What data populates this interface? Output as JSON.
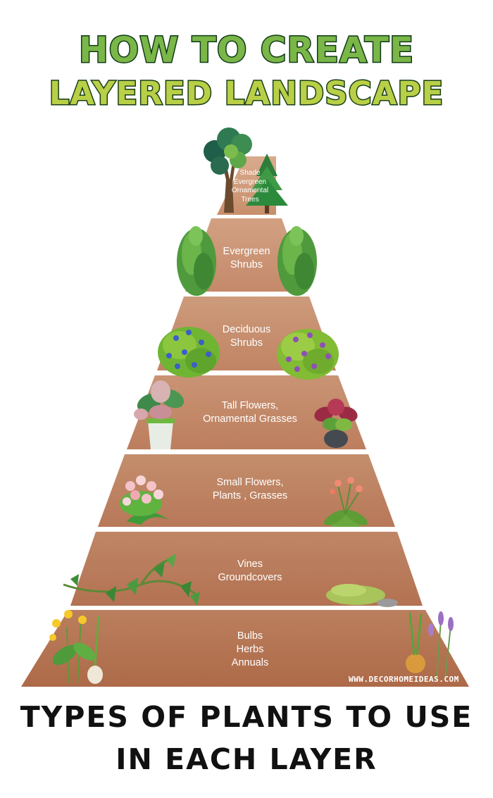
{
  "header": {
    "title_line1": "HOW TO CREATE",
    "title_line2": "LAYERED LANDSCAPE"
  },
  "pyramid": {
    "layers": [
      {
        "lines": [
          "Shade",
          "Evergreen",
          "Ornamental",
          "Trees"
        ]
      },
      {
        "lines": [
          "Evergreen",
          "Shrubs"
        ]
      },
      {
        "lines": [
          "Deciduous",
          "Shrubs"
        ]
      },
      {
        "lines": [
          "Tall Flowers,",
          "Ornamental Grasses"
        ]
      },
      {
        "lines": [
          "Small Flowers,",
          "Plants , Grasses"
        ]
      },
      {
        "lines": [
          "Vines",
          "Groundcovers"
        ]
      },
      {
        "lines": [
          "Bulbs",
          "Herbs",
          "Annuals"
        ]
      }
    ],
    "website": "WWW.DECORHOMEIDEAS.COM"
  },
  "footer": {
    "line1": "TYPES OF PLANTS TO USE",
    "line2": "IN EACH LAYER"
  },
  "colors": {
    "layer_top": "#d4a385",
    "layer_bottom": "#b36b48",
    "title_green": "#7ab648",
    "title_yellowgreen": "#b8cf47",
    "title_outline": "#0f3a17"
  }
}
